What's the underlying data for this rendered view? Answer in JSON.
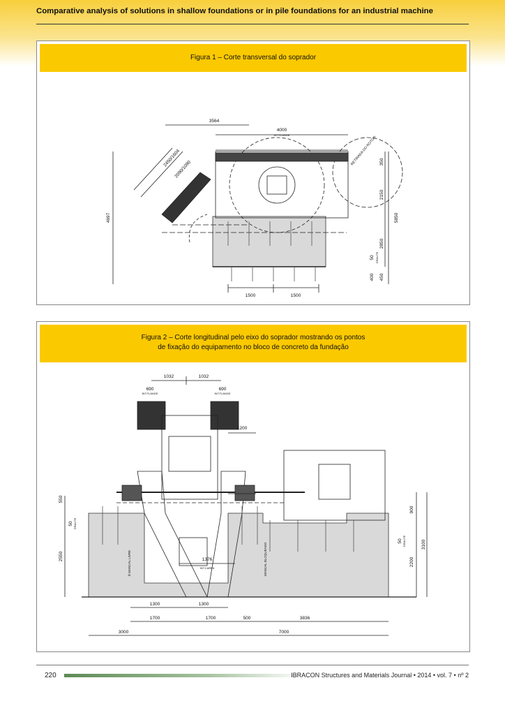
{
  "header": {
    "title": "Comparative analysis of solutions in shallow foundations or in pile foundations for an industrial machine"
  },
  "figure1": {
    "caption": "Figura 1 – Corte transversal do soprador",
    "dims": {
      "d3564": "3564",
      "d4000": "4000",
      "intflange": "INT.FLANGE",
      "d2450": "2450/1604",
      "d2090": "2090/1090",
      "d4697": "4697",
      "d5850": "5850",
      "d2150": "2150",
      "d350": "350",
      "d2850": "2850",
      "d50": "50",
      "graute": "GRAUTE",
      "d400": "400",
      "d450": "450",
      "d1500a": "1500",
      "d1500b": "1500",
      "retirada": "RETIRADA DO ROTOR"
    }
  },
  "figure2": {
    "caption_line1": "Figura 2 – Corte longitudinal pelo eixo do soprador mostrando os pontos",
    "caption_line2": "de fixação do equipamento no bloco de concreto da fundação",
    "dims": {
      "d1032a": "1032",
      "d1032b": "1032",
      "d690a": "690",
      "d690b": "690",
      "intflange": "INT.FLANGE",
      "d1200": "1200",
      "d550": "550",
      "d50a": "50",
      "d50b": "50",
      "graute": "GRAUTE",
      "d2550": "2550",
      "d1376": "1376",
      "intcarpa": "INT.CARPA",
      "mancal_livre": "Ê MANCAL LIVRE",
      "mancal_bloq": "MANCAL BLOQUEADO",
      "d900": "900",
      "d2200": "2200",
      "d3100": "3100",
      "d1300a": "1300",
      "d1300b": "1300",
      "d1700a": "1700",
      "d1700b": "1700",
      "d500": "500",
      "d3836": "3836",
      "d3000": "3000",
      "d7000": "7000"
    }
  },
  "footer": {
    "page_number": "220",
    "journal": "IBRACON Structures and Materials Journal • 2014 • vol. 7  • nº 2"
  },
  "colors": {
    "accent": "#fbc900",
    "concrete": "#d9d9d9"
  }
}
